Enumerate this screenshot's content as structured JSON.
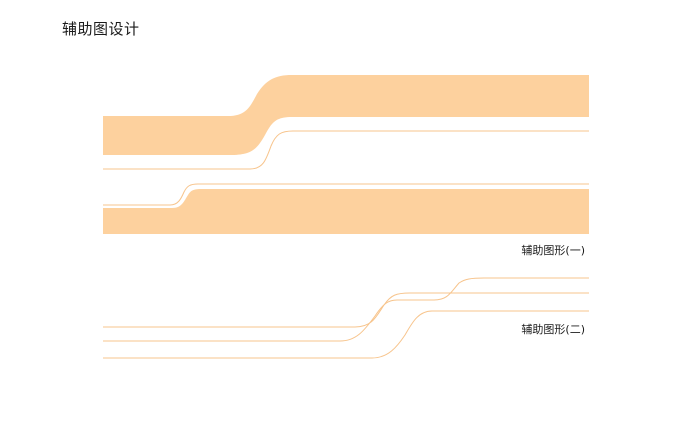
{
  "page": {
    "title": "辅助图设计"
  },
  "graphics": {
    "fill_color": "#fdd19e",
    "line_color": "#f7c48c",
    "figure_1": {
      "caption": "辅助图形(一)"
    },
    "figure_2": {
      "caption": "辅助图形(二)"
    }
  }
}
